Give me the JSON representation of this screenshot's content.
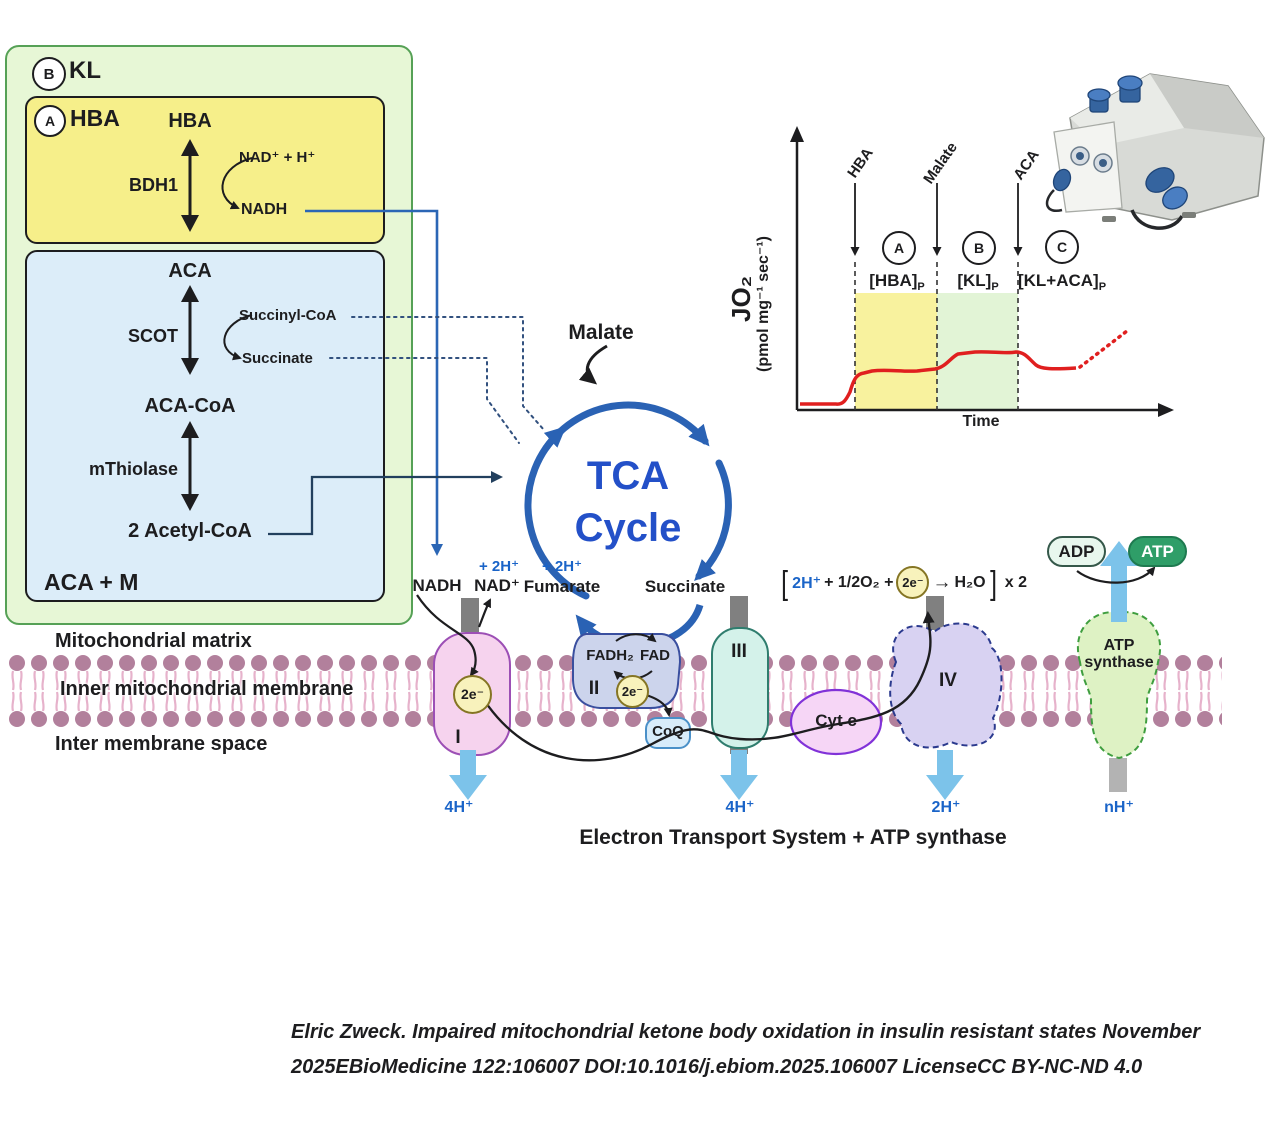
{
  "left_panel": {
    "badge_b": "B",
    "kl": "KL",
    "hba_box": {
      "badge": "A",
      "title": "HBA",
      "substrate": "HBA",
      "enzyme": "BDH1",
      "nad": "NAD⁺ + H⁺",
      "nadh": "NADH"
    },
    "aca_box": {
      "aca": "ACA",
      "scot": "SCOT",
      "succinyl_coa": "Succinyl-CoA",
      "succinate": "Succinate",
      "aca_coa": "ACA-CoA",
      "mthiolase": "mThiolase",
      "acetyl_coa": "2 Acetyl-CoA",
      "footer": "ACA + M"
    }
  },
  "compartments": {
    "matrix": "Mitochondrial matrix",
    "membrane": "Inner mitochondrial membrane",
    "ims": "Inter membrane space"
  },
  "tca": {
    "malate": "Malate",
    "title1": "TCA",
    "title2": "Cycle",
    "plus_2h_a": "+ 2H⁺",
    "plus_2h_b": "+ 2H⁺",
    "fumarate": "Fumarate",
    "succinate": "Succinate",
    "nadh": "NADH",
    "nad": "NAD⁺"
  },
  "etc": {
    "c1": "I",
    "c2": "II",
    "c3": "III",
    "c4": "IV",
    "electrons": "2e⁻",
    "fadh2": "FADH₂",
    "fad": "FAD",
    "coq": "CoQ",
    "cytc": "Cyt c",
    "h1": "4H⁺",
    "h3": "4H⁺",
    "h4": "2H⁺",
    "hs": "nH⁺",
    "synthase": "ATP\nsynthase",
    "adp": "ADP",
    "atp": "ATP",
    "caption": "Electron Transport System + ATP synthase",
    "formula": {
      "open": "[",
      "h": "2H⁺",
      "o2": "+ 1/2O₂ +",
      "e": "2e⁻",
      "arr": "→",
      "h2o": "H₂O",
      "close": "]",
      "times": "x 2"
    }
  },
  "graph": {
    "jo2": "JO₂",
    "units": "(pmol mg⁻¹ sec⁻¹)",
    "time": "Time",
    "inj": [
      "HBA",
      "Malate",
      "ACA"
    ],
    "phases": [
      {
        "badge": "A",
        "label": "[HBA]",
        "sub": "P"
      },
      {
        "badge": "B",
        "label": "[KL]",
        "sub": "P"
      },
      {
        "badge": "C",
        "label": "[KL+ACA]",
        "sub": "P"
      }
    ]
  },
  "chart_data": {
    "type": "line",
    "xlabel": "Time",
    "ylabel": "JO₂ (pmol mg⁻¹ sec⁻¹)",
    "ylim": [
      0,
      30
    ],
    "grid": false,
    "legend": false,
    "series": [
      {
        "name": "JO₂ trace",
        "style": "solid",
        "color": "#e01f1f",
        "points": [
          [
            0,
            2
          ],
          [
            10,
            2
          ],
          [
            13,
            2
          ],
          [
            16,
            11
          ],
          [
            20,
            12
          ],
          [
            30,
            12
          ],
          [
            36,
            12
          ],
          [
            40,
            13
          ],
          [
            45,
            15.5
          ],
          [
            50,
            16.5
          ],
          [
            55,
            16.5
          ],
          [
            60,
            16.5
          ],
          [
            63,
            15
          ],
          [
            66,
            13
          ],
          [
            72,
            13
          ],
          [
            76,
            13
          ]
        ]
      },
      {
        "name": "JO₂ trace (projected)",
        "style": "dotted",
        "color": "#e01f1f",
        "points": [
          [
            76,
            13
          ],
          [
            89,
            22
          ]
        ]
      }
    ],
    "annotations": {
      "injections": [
        {
          "label": "HBA",
          "x": 15
        },
        {
          "label": "Malate",
          "x": 38
        },
        {
          "label": "ACA",
          "x": 60
        }
      ],
      "regions": [
        {
          "badge": "A",
          "label": "[HBA]P",
          "x": [
            15,
            38
          ],
          "color": "#f8f29e"
        },
        {
          "badge": "B",
          "label": "[KL]P",
          "x": [
            38,
            60
          ],
          "color": "#e2f4d6"
        },
        {
          "badge": "C",
          "label": "[KL+ACA]P",
          "x": [
            60,
            100
          ],
          "color": "none"
        }
      ]
    }
  },
  "citation": {
    "line1": "Elric Zweck. Impaired mitochondrial ketone body oxidation in insulin resistant states November",
    "line2": "2025EBioMedicine 122:106007 DOI:10.1016/j.ebiom.2025.106007 LicenseCC BY-NC-ND 4.0"
  },
  "colors": {
    "panel_green_fill": "#e7f7d6",
    "panel_green_border": "#56a156",
    "panel_yellow_fill": "#f6ef8a",
    "panel_blue_fill": "#dcedf9",
    "panel_border_dark": "#1d1d1f",
    "tca_blue": "#2a62b4",
    "tca_text_blue": "#2350c8",
    "link_blue": "#2b66b5",
    "proton_arrow_blue": "#7cc3ea",
    "proton_text_blue": "#1a64c8",
    "membrane_head": "#b2809c",
    "membrane_tail": "#e6b2cb",
    "complex1_fill": "#f6d3ee",
    "complex1_border": "#9c4fb5",
    "complex2_fill": "#ccd4ec",
    "complex2_border": "#3a4f9f",
    "complex3_fill": "#d4f2ea",
    "complex3_border": "#2f7d6e",
    "cytc_fill": "#f6d6f6",
    "cytc_border": "#8132d8",
    "complex4_fill": "#d8d2f2",
    "complex4_border": "#2b3a8e",
    "synthase_fill": "#def2c4",
    "synthase_border": "#3f9e3f",
    "electron_circle_fill": "#f8f2bc",
    "electron_circle_border": "#857524",
    "adp_fill": "#e8f7ee",
    "atp_fill": "#2f9e68",
    "trace_red": "#e01f1f",
    "region_yellow": "#f8f29e",
    "region_green": "#e2f4d6"
  }
}
